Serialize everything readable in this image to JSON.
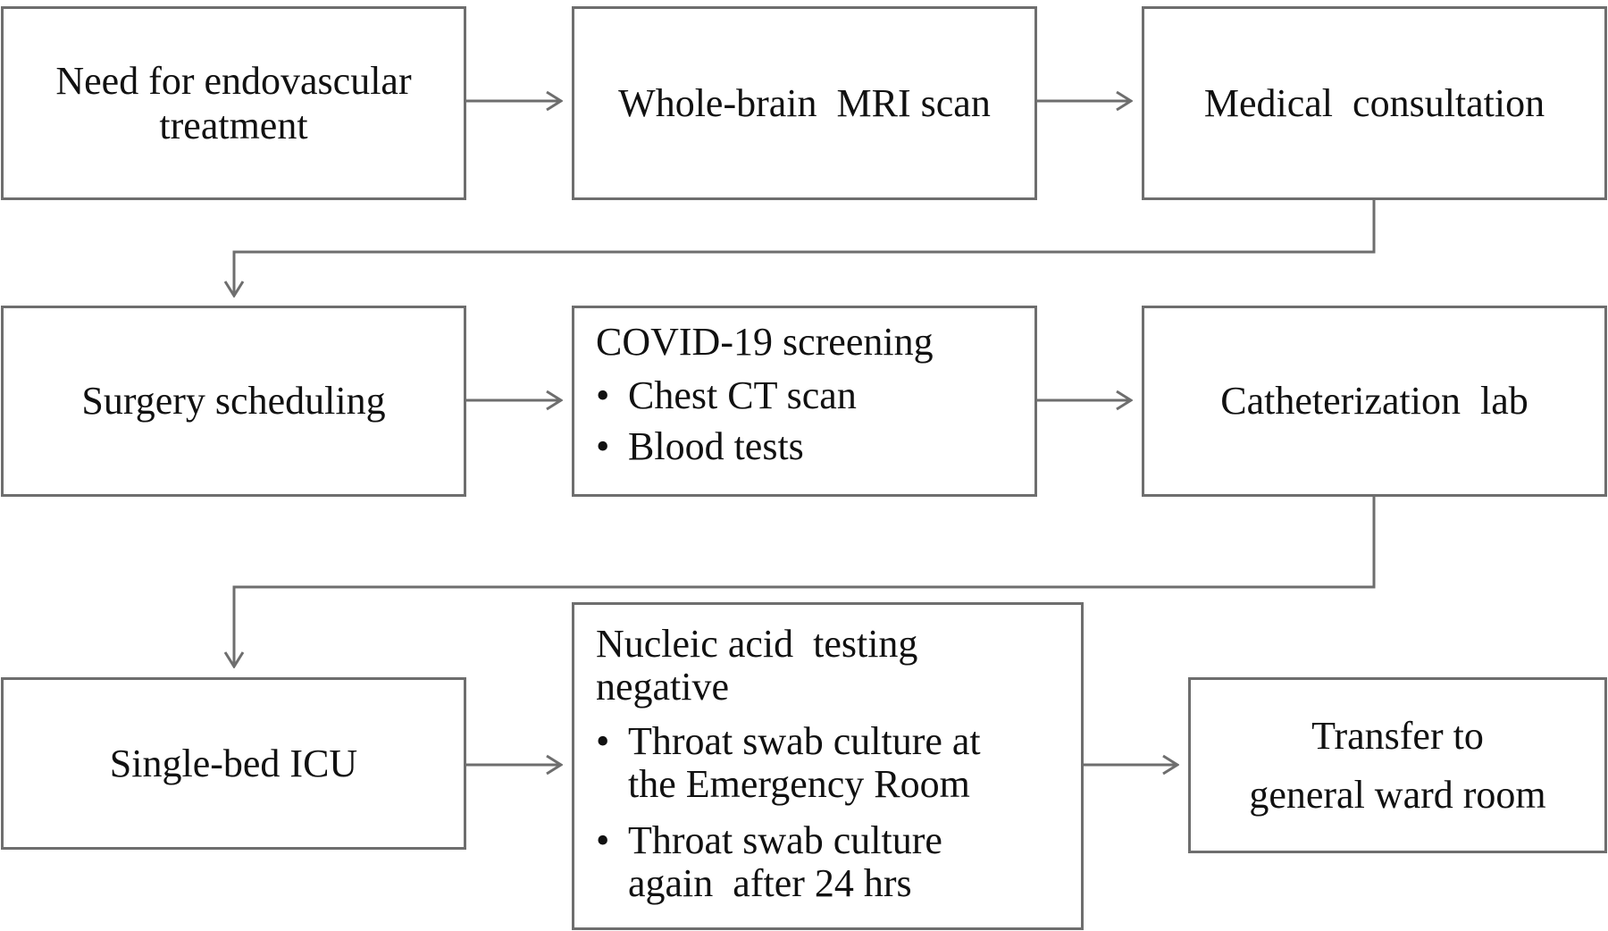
{
  "boxes": {
    "need": [
      "Need for endovascular",
      "treatment"
    ],
    "mri": "Whole-brain  MRI scan",
    "consult": "Medical  consultation",
    "surgery": "Surgery scheduling",
    "covid": {
      "heading": "COVID-19 screening",
      "items": [
        "Chest CT scan",
        "Blood tests"
      ]
    },
    "cath": "Catheterization  lab",
    "icu": "Single-bed ICU",
    "nucleic": {
      "heading": [
        "Nucleic acid  testing",
        "negative"
      ],
      "items": [
        [
          "Throat swab culture at",
          "the Emergency Room"
        ],
        [
          "Throat swab culture",
          "again  after 24 hrs"
        ]
      ]
    },
    "transfer": [
      "Transfer to",
      "general ward room"
    ]
  },
  "bullet": "•",
  "colors": {
    "border": "#6e6e6e",
    "arrow": "#6e6e6e",
    "text": "#111111"
  }
}
